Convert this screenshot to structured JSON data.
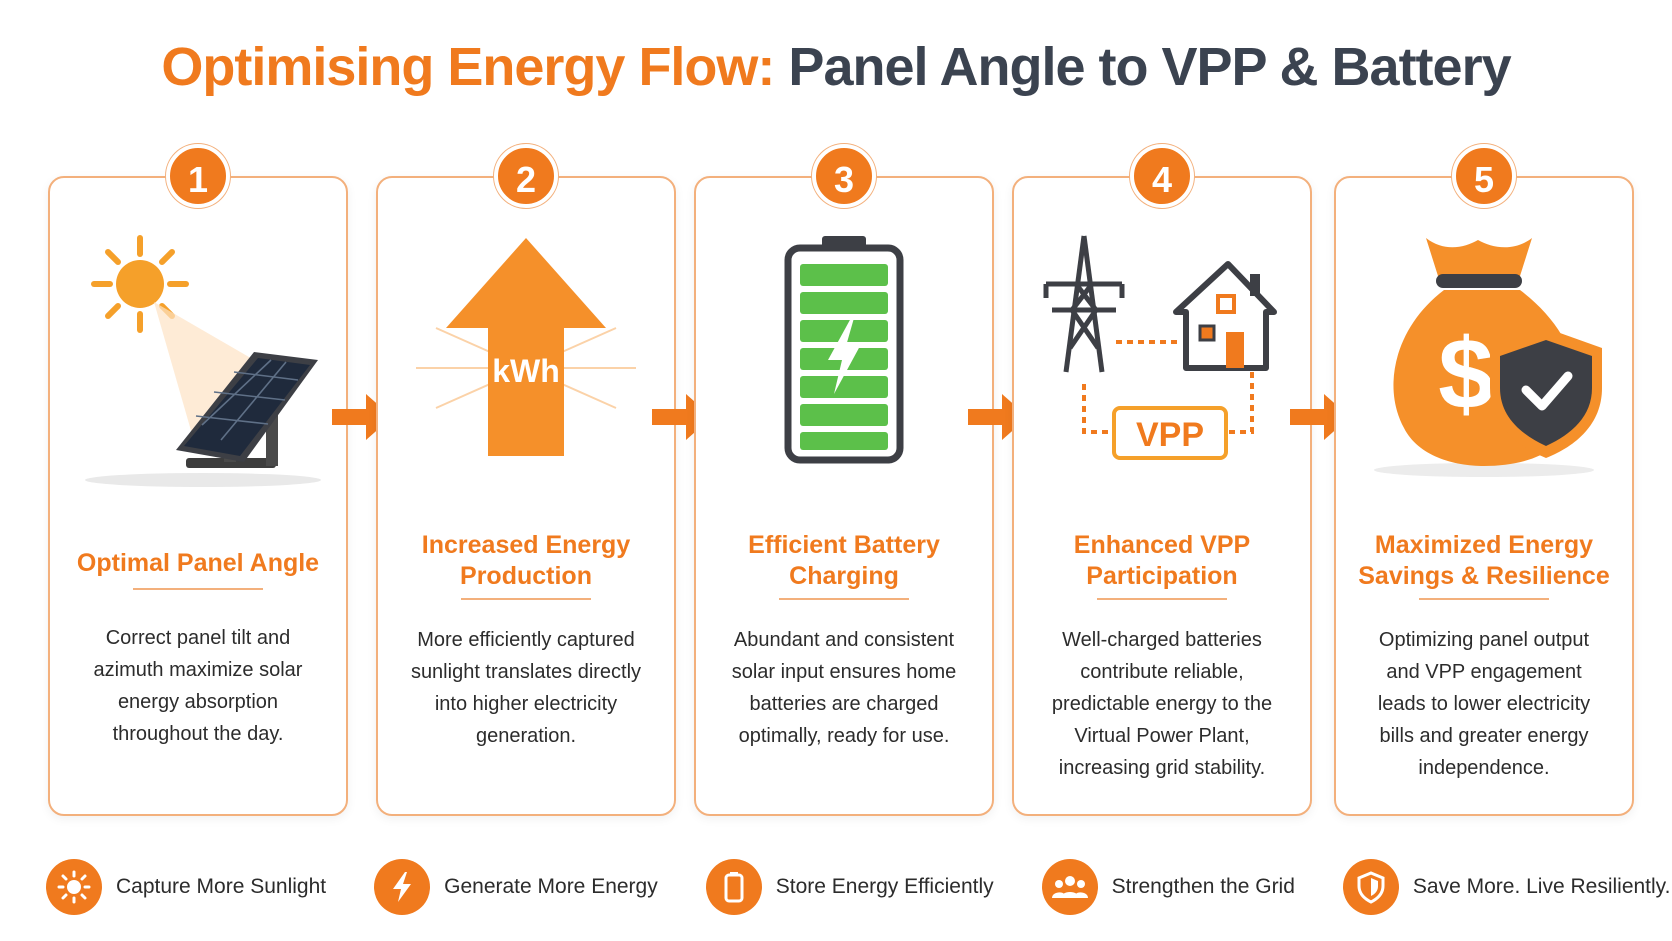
{
  "title": {
    "part1": "Optimising Energy Flow:",
    "part2": "Panel Angle to VPP & Battery"
  },
  "colors": {
    "accent": "#f07a1e",
    "dark": "#3b4350",
    "border": "#f3b07c",
    "battery_green": "#5cc04a"
  },
  "steps": [
    {
      "number": "1",
      "icon": "solar-panel-sun-icon",
      "title_line1": "Optimal Panel Angle",
      "title_line2": "",
      "body": [
        "Correct panel tilt and",
        "azimuth maximize solar",
        "energy absorption",
        "throughout the day."
      ]
    },
    {
      "number": "2",
      "icon": "up-arrow-kwh-icon",
      "illus_label": "kWh",
      "title_line1": "Increased Energy",
      "title_line2": "Production",
      "body": [
        "More efficiently captured",
        "sunlight translates directly",
        "into higher electricity",
        "generation."
      ]
    },
    {
      "number": "3",
      "icon": "battery-charging-icon",
      "title_line1": "Efficient Battery",
      "title_line2": "Charging",
      "body": [
        "Abundant and consistent",
        "solar input ensures home",
        "batteries are charged",
        "optimally, ready for use."
      ]
    },
    {
      "number": "4",
      "icon": "grid-house-vpp-icon",
      "illus_label": "VPP",
      "title_line1": "Enhanced VPP",
      "title_line2": "Participation",
      "body": [
        "Well-charged batteries",
        "contribute reliable,",
        "predictable energy to the",
        "Virtual Power Plant,",
        "increasing grid stability."
      ]
    },
    {
      "number": "5",
      "icon": "money-bag-shield-icon",
      "title_line1": "Maximized Energy",
      "title_line2": "Savings & Resilience",
      "body": [
        "Optimizing panel output",
        "and VPP engagement",
        "leads to lower electricity",
        "bills and greater energy",
        "independence."
      ]
    }
  ],
  "footer": [
    {
      "icon": "sun-icon",
      "label": "Capture More Sunlight"
    },
    {
      "icon": "lightning-icon",
      "label": "Generate More Energy"
    },
    {
      "icon": "battery-icon",
      "label": "Store Energy Efficiently"
    },
    {
      "icon": "people-group-icon",
      "label": "Strengthen the Grid"
    },
    {
      "icon": "shield-icon",
      "label": "Save More. Live Resiliently."
    }
  ]
}
